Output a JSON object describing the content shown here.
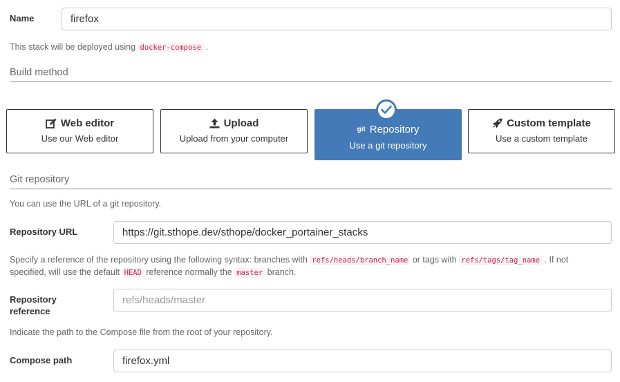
{
  "name_field": {
    "label": "Name",
    "value": "firefox"
  },
  "deploy_note": {
    "prefix": "This stack will be deployed using",
    "code": "docker-compose",
    "suffix": "."
  },
  "build_method": {
    "title": "Build method",
    "options": [
      {
        "title": "Web editor",
        "description": "Use our Web editor",
        "icon": "edit-icon",
        "selected": false
      },
      {
        "title": "Upload",
        "description": "Upload from your computer",
        "icon": "upload-icon",
        "selected": false
      },
      {
        "title": "Repository",
        "badge": "git",
        "description": "Use a git repository",
        "icon": "git-icon",
        "selected": true
      },
      {
        "title": "Custom template",
        "description": "Use a custom template",
        "icon": "rocket-icon",
        "selected": false
      }
    ],
    "selected_color": "#437ab7"
  },
  "git_repository": {
    "title": "Git repository",
    "intro": "You can use the URL of a git repository.",
    "url_label": "Repository URL",
    "url_value": "https://git.sthope.dev/sthope/docker_portainer_stacks",
    "reference_help": {
      "part1": "Specify a reference of the repository using the following syntax: branches with",
      "code1": "refs/heads/branch_name",
      "part2": "or tags with",
      "code2": "refs/tags/tag_name",
      "part3": ". If not",
      "part4": "specified, will use the default",
      "code3": "HEAD",
      "part5": "reference normally the",
      "code4": "master",
      "part6": "branch."
    },
    "reference_label_line1": "Repository",
    "reference_label_line2": "reference",
    "reference_placeholder": "refs/heads/master",
    "compose_help": "Indicate the path to the Compose file from the root of your repository.",
    "compose_label": "Compose path",
    "compose_value": "firefox.yml"
  }
}
